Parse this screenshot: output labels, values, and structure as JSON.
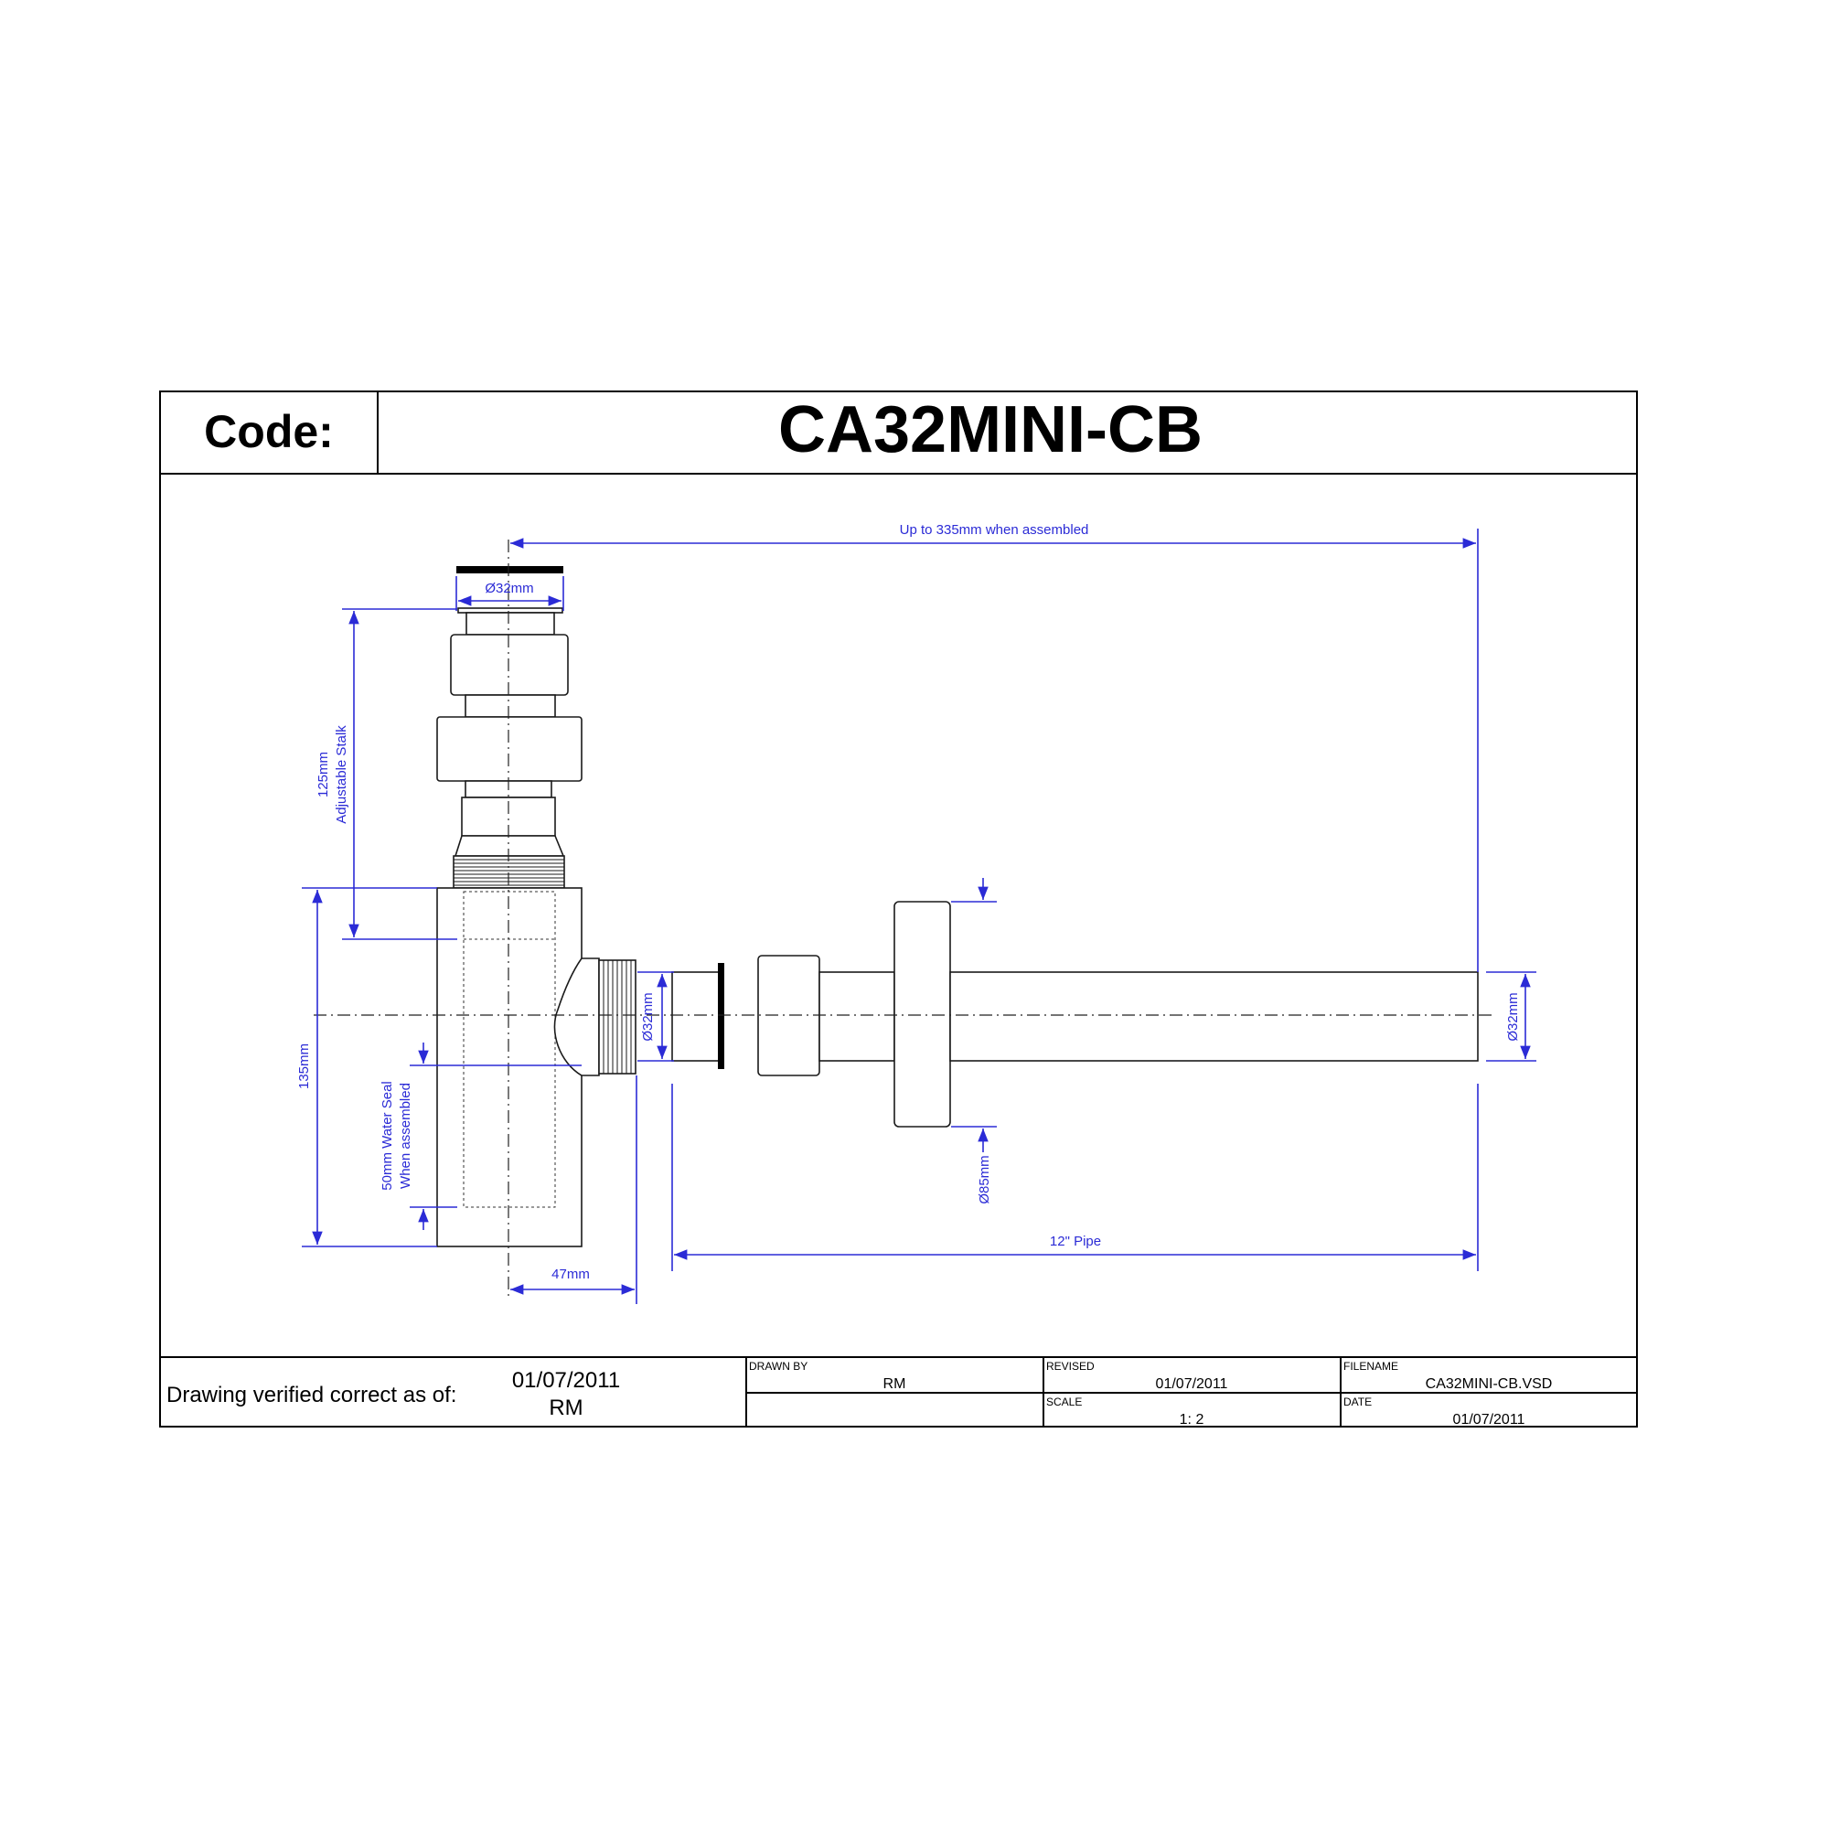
{
  "header": {
    "code_label": "Code:",
    "code_value": "CA32MINI-CB"
  },
  "dimensions": {
    "assembled_length": "Up to 335mm when assembled",
    "top_diameter": "Ø32mm",
    "stalk_height": "125mm",
    "stalk_label": "Adjustable Stalk",
    "body_height": "135mm",
    "water_seal": "50mm Water Seal",
    "water_seal_note": "When assembled",
    "outlet_diameter": "Ø32mm",
    "flange_diameter": "Ø85mm",
    "pipe_diameter": "Ø32mm",
    "pipe_length": "12\" Pipe",
    "offset": "47mm"
  },
  "title_block": {
    "verified_label": "Drawing verified  correct as of:",
    "verified_date": "01/07/2011",
    "verified_by": "RM",
    "drawn_by_label": "DRAWN BY",
    "drawn_by": "RM",
    "revised_label": "REVISED",
    "revised": "01/07/2011",
    "filename_label": "FILENAME",
    "filename": "CA32MINI-CB.VSD",
    "scale_label": "SCALE",
    "scale": "1: 2",
    "date_label": "DATE",
    "date": "01/07/2011"
  }
}
